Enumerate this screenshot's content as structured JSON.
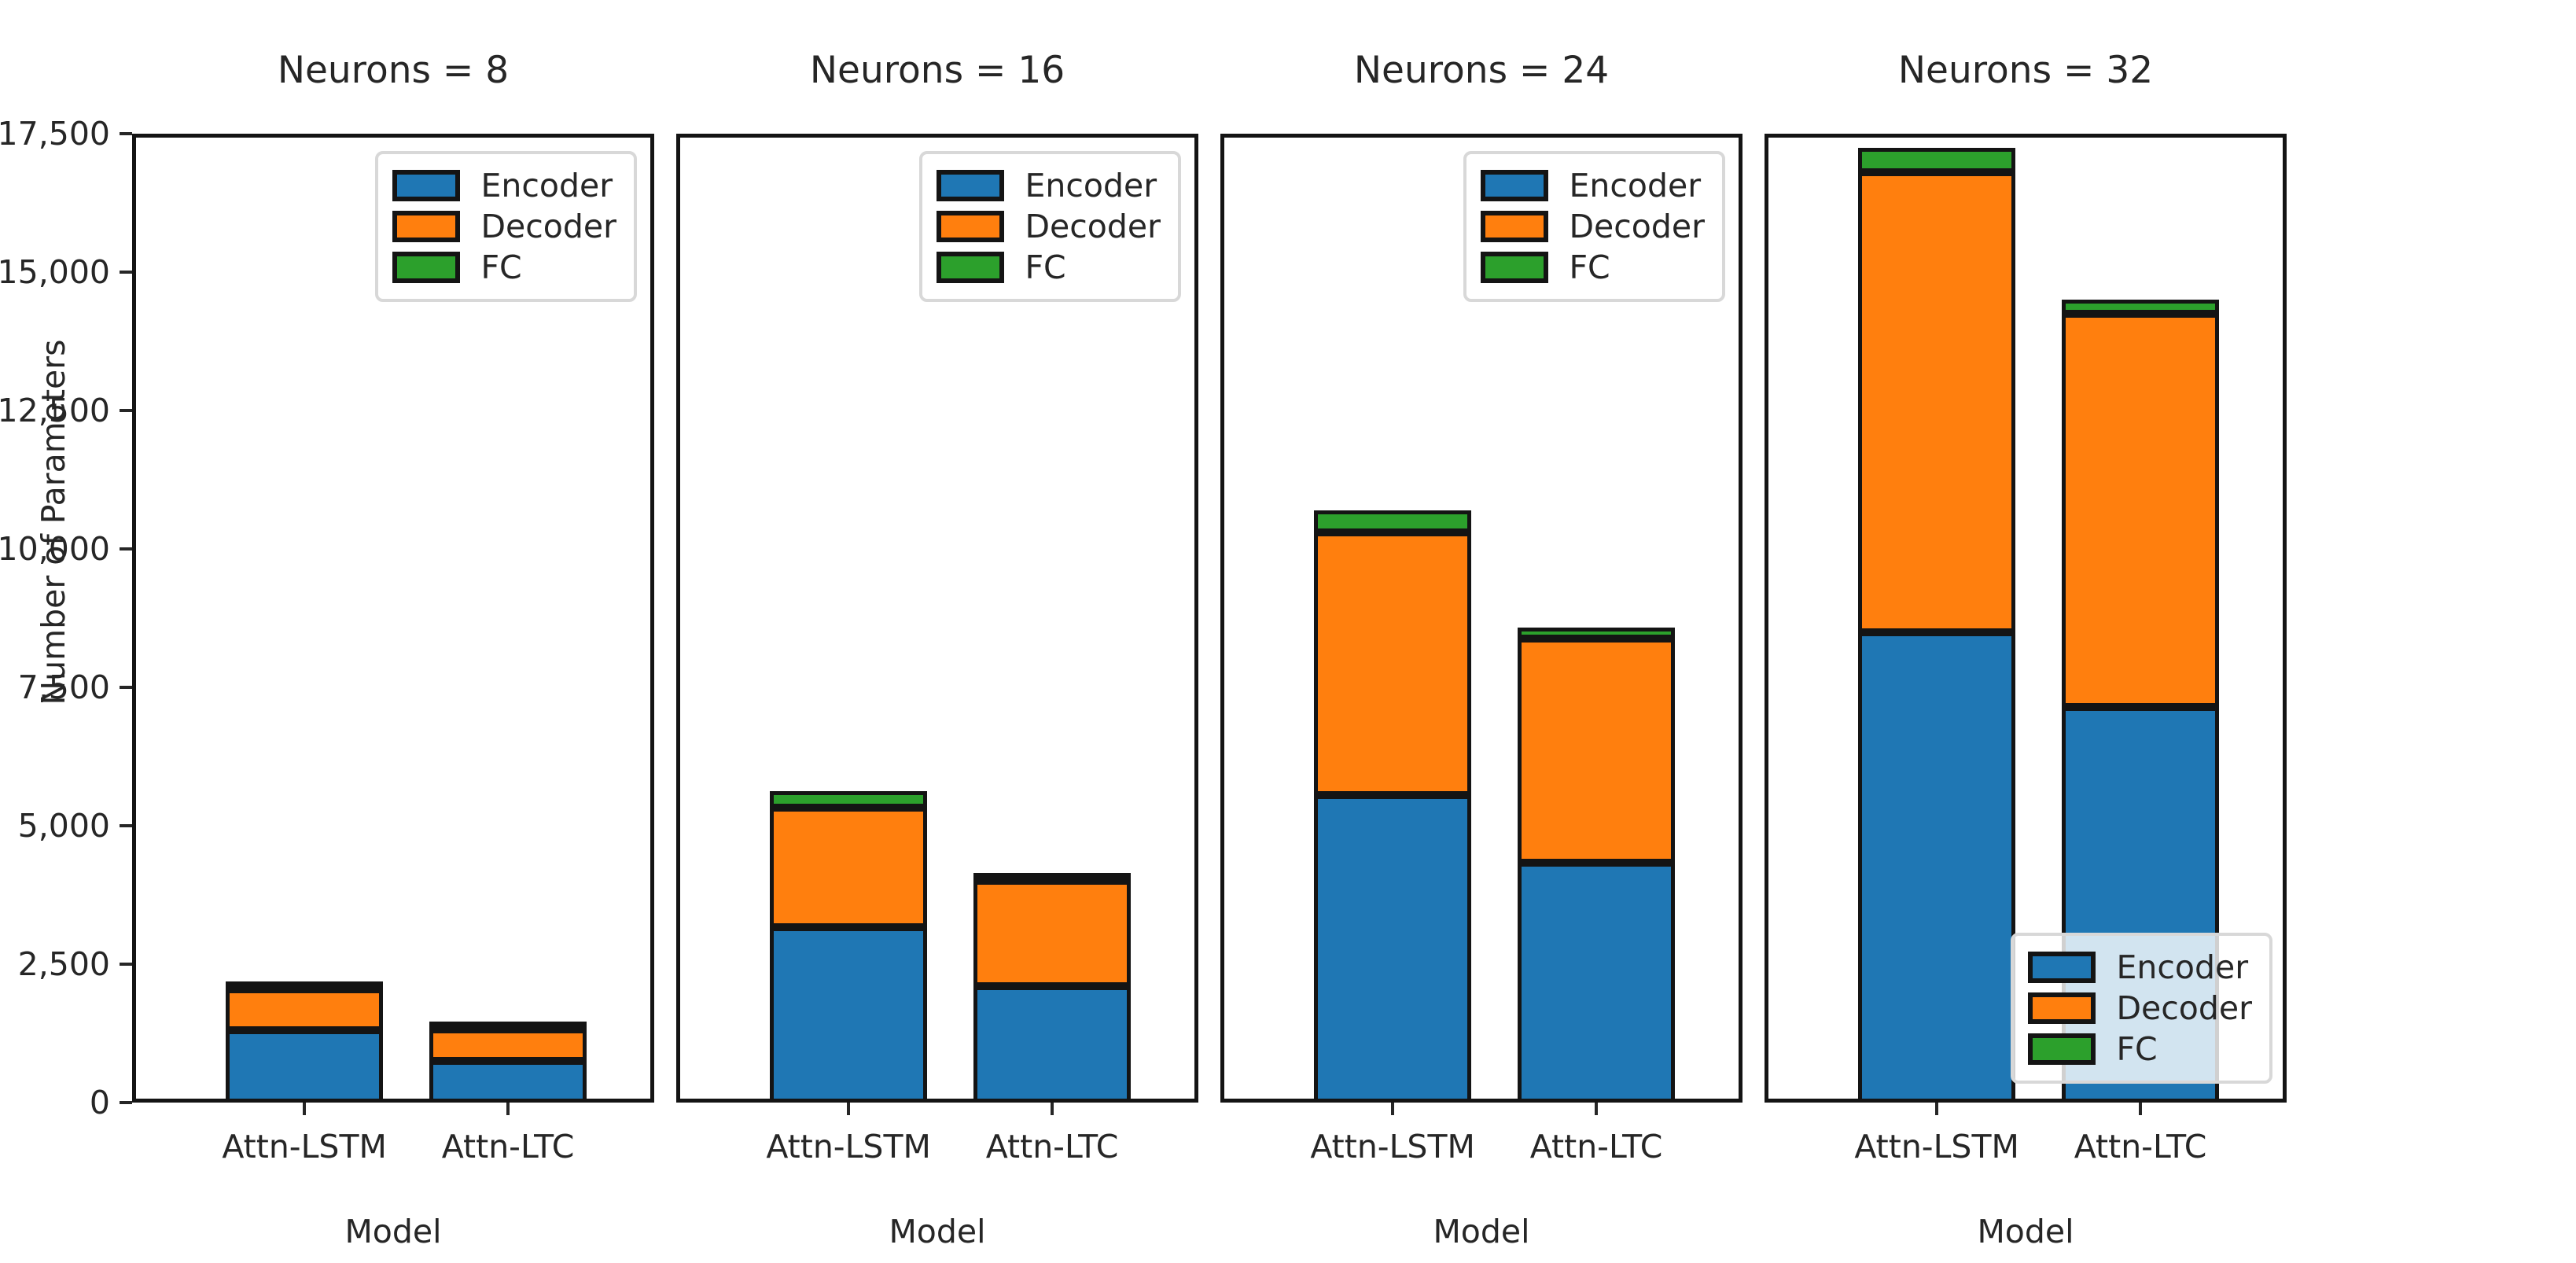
{
  "chart_data": {
    "type": "bar",
    "subtype": "stacked-bar-grouped-facets",
    "title": "",
    "xlabel": "Model",
    "ylabel": "Number of Parameters",
    "categories": [
      "Attn-LSTM",
      "Attn-LTC"
    ],
    "ylim": [
      0,
      17500
    ],
    "yticks": [
      0,
      2500,
      5000,
      7500,
      10000,
      12500,
      15000,
      17500
    ],
    "ytick_labels": [
      "0",
      "2,500",
      "5,000",
      "7,500",
      "10,000",
      "12,500",
      "15,000",
      "17,500"
    ],
    "grid": false,
    "legend_position": "upper right",
    "legend_entries": [
      "Encoder",
      "Decoder",
      "FC"
    ],
    "colors": {
      "Encoder": "#1f77b4",
      "Decoder": "#ff7f0e",
      "FC": "#2ca02c",
      "edge": "#141414"
    },
    "facet_variable": "Neurons",
    "facets": [
      {
        "title": "Neurons = 8",
        "neurons": 8,
        "series": [
          {
            "name": "Encoder",
            "values": [
              1300,
              750
            ]
          },
          {
            "name": "Decoder",
            "values": [
              750,
              575
            ]
          },
          {
            "name": "FC",
            "values": [
              75,
              75
            ]
          }
        ],
        "totals": [
          2125,
          1400
        ]
      },
      {
        "title": "Neurons = 16",
        "neurons": 16,
        "series": [
          {
            "name": "Encoder",
            "values": [
              3170,
              2100
            ]
          },
          {
            "name": "Decoder",
            "values": [
              2150,
              1900
            ]
          },
          {
            "name": "FC",
            "values": [
              300,
              140
            ]
          }
        ],
        "totals": [
          5620,
          4140
        ]
      },
      {
        "title": "Neurons = 24",
        "neurons": 24,
        "series": [
          {
            "name": "Encoder",
            "values": [
              5550,
              4330
            ]
          },
          {
            "name": "Decoder",
            "values": [
              4750,
              4050
            ]
          },
          {
            "name": "FC",
            "values": [
              400,
              200
            ]
          }
        ],
        "totals": [
          10700,
          8580
        ]
      },
      {
        "title": "Neurons = 32",
        "neurons": 32,
        "series": [
          {
            "name": "Encoder",
            "values": [
              8500,
              7150
            ]
          },
          {
            "name": "Decoder",
            "values": [
              8300,
              7100
            ]
          },
          {
            "name": "FC",
            "values": [
              450,
              250
            ]
          }
        ],
        "totals": [
          17250,
          14500
        ]
      }
    ]
  },
  "axis": {
    "ylabel": "Number of Parameters",
    "xlabel": "Model",
    "ytick_labels": [
      "17,500",
      "15,000",
      "12,500",
      "10,000",
      "7,500",
      "5,000",
      "2,500",
      "0"
    ],
    "xtick_labels": [
      "Attn-LSTM",
      "Attn-LTC"
    ]
  },
  "panels": [
    {
      "title": "Neurons = 8",
      "xlabel": "Model",
      "xticks": [
        "Attn-LSTM",
        "Attn-LTC"
      ]
    },
    {
      "title": "Neurons = 16",
      "xlabel": "Model",
      "xticks": [
        "Attn-LSTM",
        "Attn-LTC"
      ]
    },
    {
      "title": "Neurons = 24",
      "xlabel": "Model",
      "xticks": [
        "Attn-LSTM",
        "Attn-LTC"
      ]
    },
    {
      "title": "Neurons = 32",
      "xlabel": "Model",
      "xticks": [
        "Attn-LSTM",
        "Attn-LTC"
      ]
    }
  ],
  "legend": {
    "entries": [
      {
        "label": "Encoder",
        "color": "#1f77b4"
      },
      {
        "label": "Decoder",
        "color": "#ff7f0e"
      },
      {
        "label": "FC",
        "color": "#2ca02c"
      }
    ]
  }
}
